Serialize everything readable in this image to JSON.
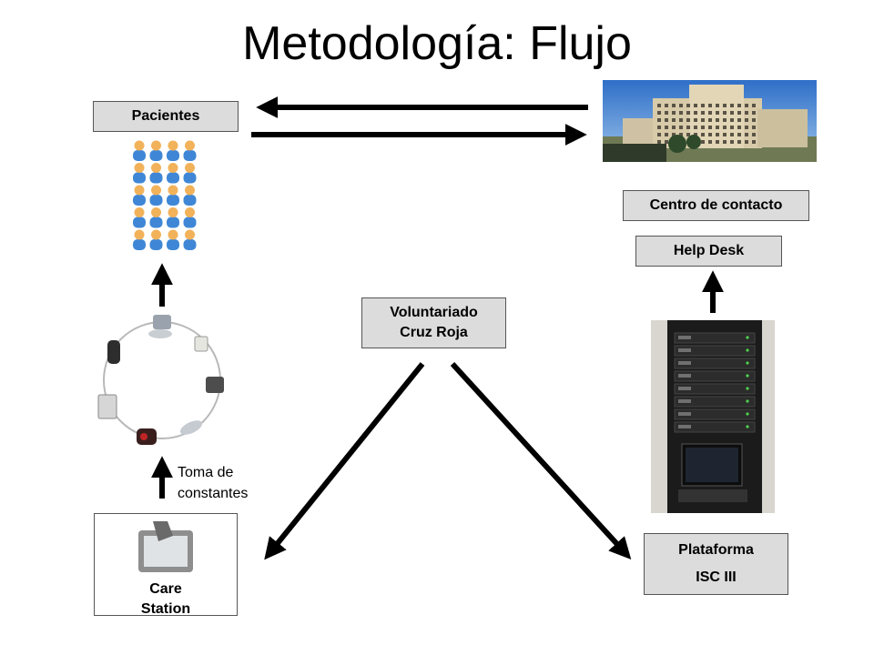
{
  "title": "Metodología: Flujo",
  "nodes": {
    "pacientes": "Pacientes",
    "centro_contacto": "Centro de contacto",
    "help_desk": "Help Desk",
    "voluntariado": [
      "Voluntariado",
      "Cruz Roja"
    ],
    "plataforma": [
      "Plataforma",
      "ISC III"
    ],
    "care_station": [
      "Care",
      "Station"
    ]
  },
  "annotations": {
    "toma_de_constantes": [
      "Toma de",
      "constantes"
    ]
  },
  "images": {
    "hospital": "hospital-building-photo",
    "patients": "patients-group-icons",
    "devices": "medical-devices-ring",
    "server": "server-rack-photo",
    "care_station": "care-station-device"
  },
  "colors": {
    "box_fill": "#dcdcdc",
    "box_border": "#555555",
    "arrow": "#000000",
    "person_head": "#f2b25a",
    "person_body": "#3f87d6",
    "sky": "#3a7fd0"
  }
}
